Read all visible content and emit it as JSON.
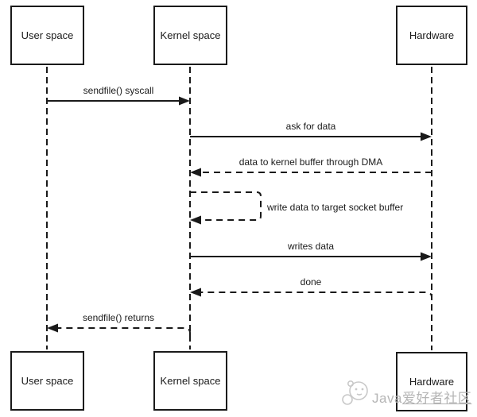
{
  "diagram": {
    "type": "sequence-diagram",
    "title_implicit": "sendfile() zero-copy data flow",
    "actors_top": [
      {
        "label": "User space"
      },
      {
        "label": "Kernel space"
      },
      {
        "label": "Hardware"
      }
    ],
    "actors_bottom": [
      {
        "label": "User space"
      },
      {
        "label": "Kernel space"
      },
      {
        "label": "Hardware"
      }
    ],
    "messages": [
      {
        "label": "sendfile() syscall",
        "from": "User space",
        "to": "Kernel space",
        "line": "solid"
      },
      {
        "label": "ask for data",
        "from": "Kernel space",
        "to": "Hardware",
        "line": "solid"
      },
      {
        "label": "data to kernel buffer through DMA",
        "from": "Hardware",
        "to": "Kernel space",
        "line": "dashed"
      },
      {
        "label": "write data to target socket buffer",
        "from": "Kernel space",
        "to": "Kernel space",
        "line": "dashed-self-loop"
      },
      {
        "label": "writes data",
        "from": "Kernel space",
        "to": "Hardware",
        "line": "solid"
      },
      {
        "label": "done",
        "from": "Hardware",
        "to": "Kernel space",
        "line": "dashed"
      },
      {
        "label": "sendfile() returns",
        "from": "Kernel space",
        "to": "User space",
        "line": "dashed"
      }
    ],
    "watermark": {
      "prefix": "Java",
      "suffix": "爱好者社区",
      "icon": "panda-logo-icon"
    },
    "colors": {
      "line": "#1a1a1a",
      "background": "#ffffff",
      "watermark": "#b5b5b5",
      "watermark_icon": "#c9c9c9"
    }
  }
}
